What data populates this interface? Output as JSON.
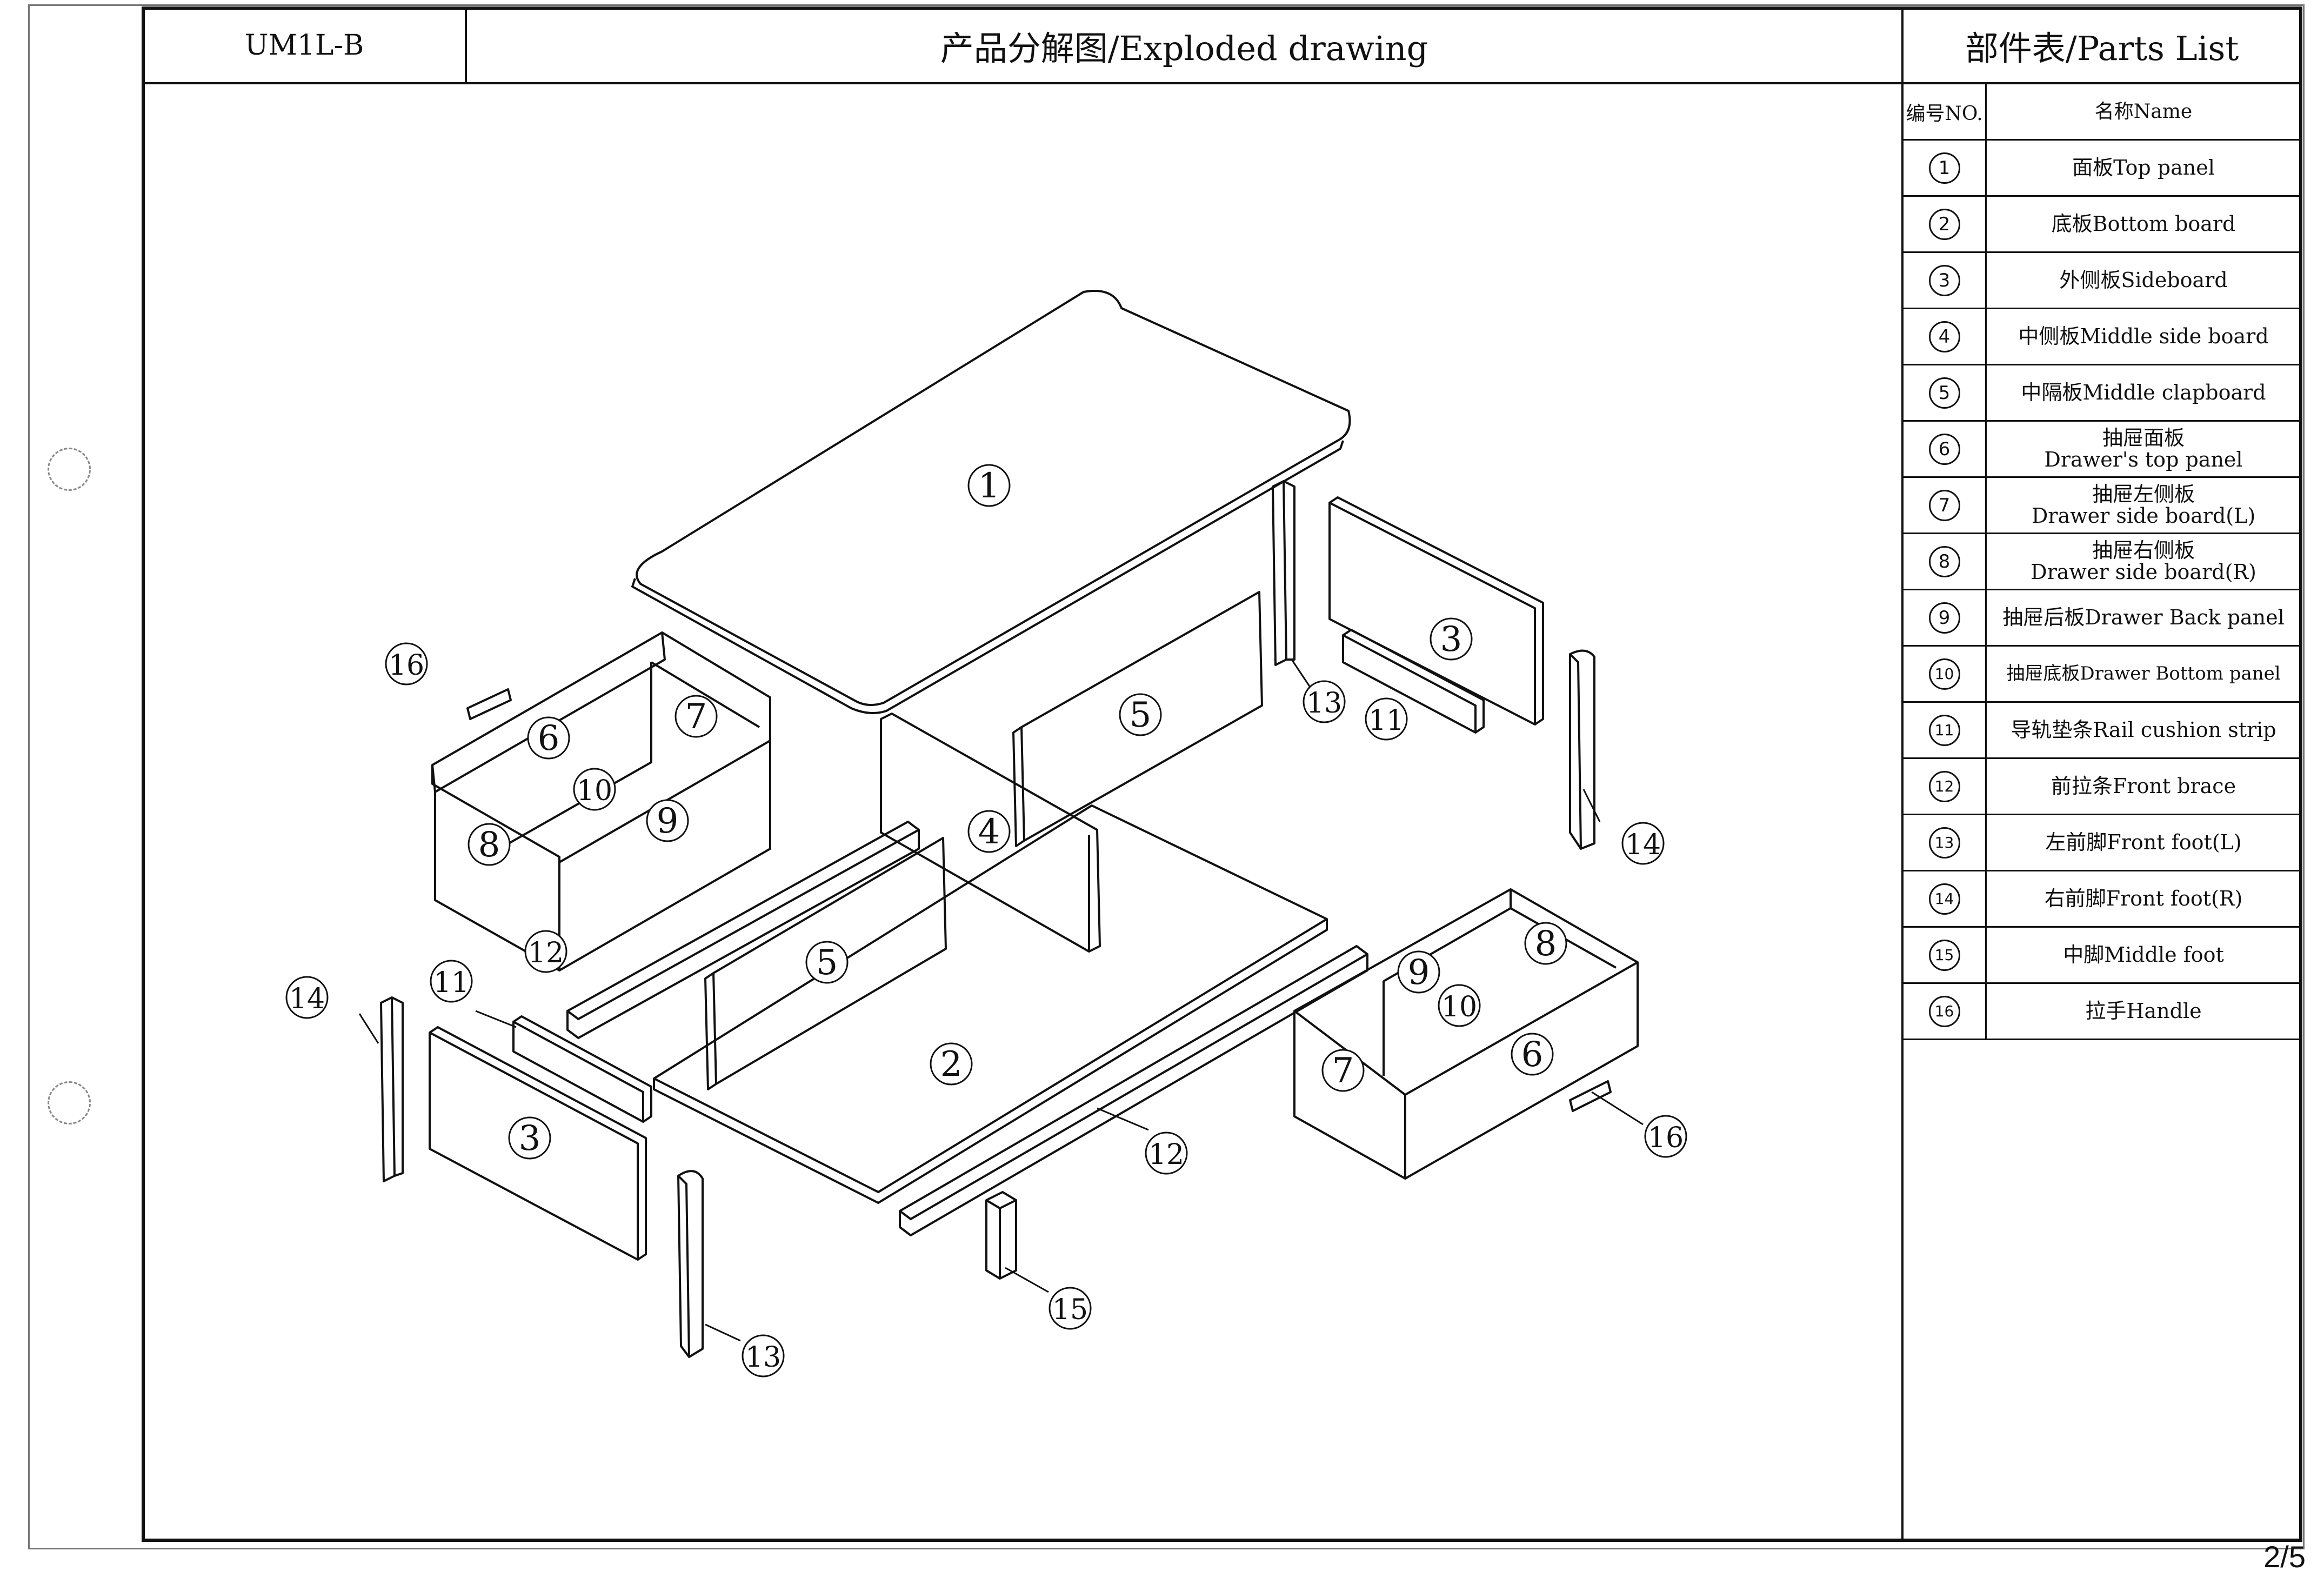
{
  "header": {
    "model": "UM1L-B",
    "title": "产品分解图/Exploded drawing",
    "parts_title": "部件表/Parts List"
  },
  "table_header": {
    "no": "编号NO.",
    "name": "名称Name"
  },
  "parts": [
    {
      "no": "1",
      "name": "面板Top panel",
      "name2": ""
    },
    {
      "no": "2",
      "name": "底板Bottom board",
      "name2": ""
    },
    {
      "no": "3",
      "name": "外侧板Sideboard",
      "name2": ""
    },
    {
      "no": "4",
      "name": "中侧板Middle side board",
      "name2": ""
    },
    {
      "no": "5",
      "name": "中隔板Middle clapboard",
      "name2": ""
    },
    {
      "no": "6",
      "name": "抽屉面板",
      "name2": "Drawer's top panel"
    },
    {
      "no": "7",
      "name": "抽屉左侧板",
      "name2": "Drawer side board(L)"
    },
    {
      "no": "8",
      "name": "抽屉右侧板",
      "name2": "Drawer side board(R)"
    },
    {
      "no": "9",
      "name": "抽屉后板Drawer Back panel",
      "name2": ""
    },
    {
      "no": "10",
      "name": "抽屉底板Drawer Bottom panel",
      "name2": ""
    },
    {
      "no": "11",
      "name": "导轨垫条Rail cushion strip",
      "name2": ""
    },
    {
      "no": "12",
      "name": "前拉条Front brace",
      "name2": ""
    },
    {
      "no": "13",
      "name": "左前脚Front foot(L)",
      "name2": ""
    },
    {
      "no": "14",
      "name": "右前脚Front foot(R)",
      "name2": ""
    },
    {
      "no": "15",
      "name": "中脚Middle foot",
      "name2": ""
    },
    {
      "no": "16",
      "name": "拉手Handle",
      "name2": ""
    }
  ],
  "callouts": {
    "c1": "1",
    "c2": "2",
    "c3a": "3",
    "c3b": "3",
    "c4": "4",
    "c5a": "5",
    "c5b": "5",
    "c6a": "6",
    "c6b": "6",
    "c7a": "7",
    "c7b": "7",
    "c8a": "8",
    "c8b": "8",
    "c9a": "9",
    "c9b": "9",
    "c10a": "10",
    "c10b": "10",
    "c11a": "11",
    "c11b": "11",
    "c12a": "12",
    "c12b": "12",
    "c13a": "13",
    "c13b": "13",
    "c14a": "14",
    "c14b": "14",
    "c15": "15",
    "c16a": "16",
    "c16b": "16"
  },
  "page": "2/5"
}
